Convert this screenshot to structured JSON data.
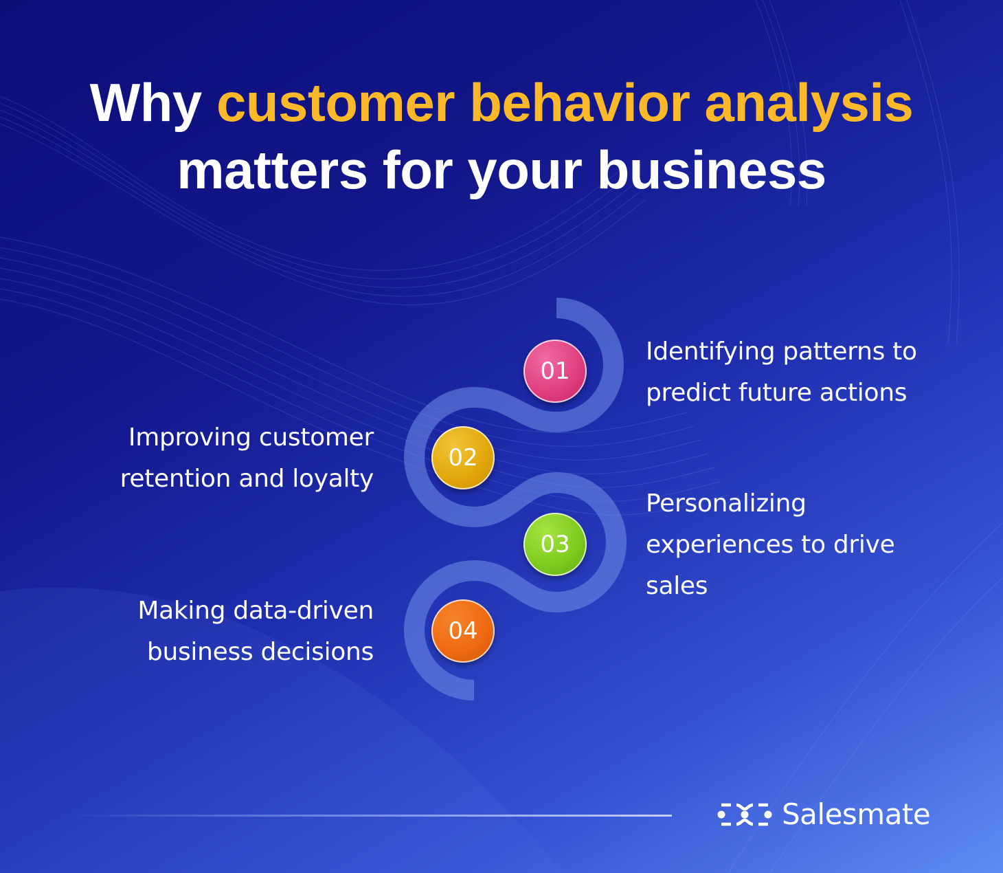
{
  "title": {
    "prefix": "Why ",
    "highlight": "customer behavior analysis",
    "line2": "matters for your business",
    "highlight_color": "#fbb829"
  },
  "steps": [
    {
      "number": "01",
      "text_line1": "Identifying patterns to",
      "text_line2": "predict future actions",
      "text_line3": "",
      "side": "right",
      "color": "#e0407f"
    },
    {
      "number": "02",
      "text_line1": "Improving customer",
      "text_line2": "retention and loyalty",
      "text_line3": "",
      "side": "left",
      "color": "#e2a80b"
    },
    {
      "number": "03",
      "text_line1": "Personalizing",
      "text_line2": "experiences to drive",
      "text_line3": "sales",
      "side": "right",
      "color": "#7fcc1f"
    },
    {
      "number": "04",
      "text_line1": "Making data-driven",
      "text_line2": "business decisions",
      "text_line3": "",
      "side": "left",
      "color": "#ef6a12"
    }
  ],
  "footer": {
    "brand": "Salesmate",
    "logo_icon": "salesmate-logo-icon"
  }
}
